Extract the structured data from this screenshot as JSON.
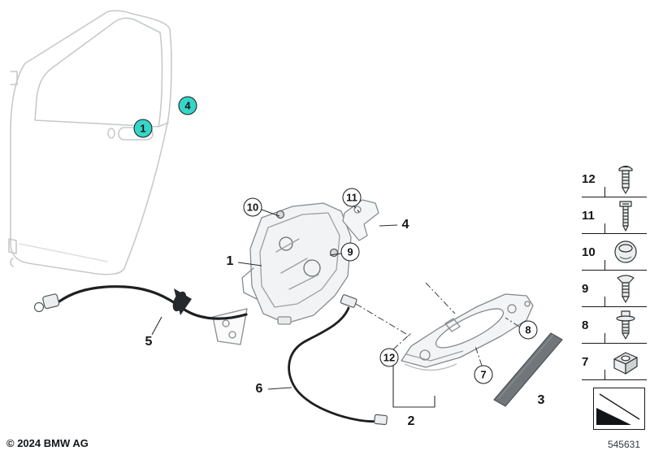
{
  "footer": {
    "copyright": "© 2024 BMW AG",
    "diagram_number": "545631"
  },
  "colors": {
    "highlight": "#37D5C8"
  },
  "callouts": {
    "door_handle_position": {
      "ref": "1",
      "highlighted": true
    },
    "door_check_position": {
      "ref": "4",
      "highlighted": true
    },
    "screw_lock_upper": {
      "ref": "10"
    },
    "screw_door_check": {
      "ref": "11"
    },
    "screw_lock_side": {
      "ref": "9"
    },
    "bolt_carrier": {
      "ref": "8"
    },
    "nut_carrier": {
      "ref": "7"
    },
    "screw_carrier": {
      "ref": "12"
    }
  },
  "labels": {
    "lock": "1",
    "handle_carrier": "2",
    "trim_strip": "3",
    "door_check": "4",
    "cable_front": "5",
    "cable_rear": "6"
  },
  "fasteners": [
    {
      "ref": "12",
      "icon": "torx-pan-head-screw"
    },
    {
      "ref": "11",
      "icon": "torx-screw"
    },
    {
      "ref": "10",
      "icon": "round-head-screw"
    },
    {
      "ref": "9",
      "icon": "countersunk-screw"
    },
    {
      "ref": "8",
      "icon": "screw-with-washer"
    },
    {
      "ref": "7",
      "icon": "cage-nut"
    }
  ]
}
